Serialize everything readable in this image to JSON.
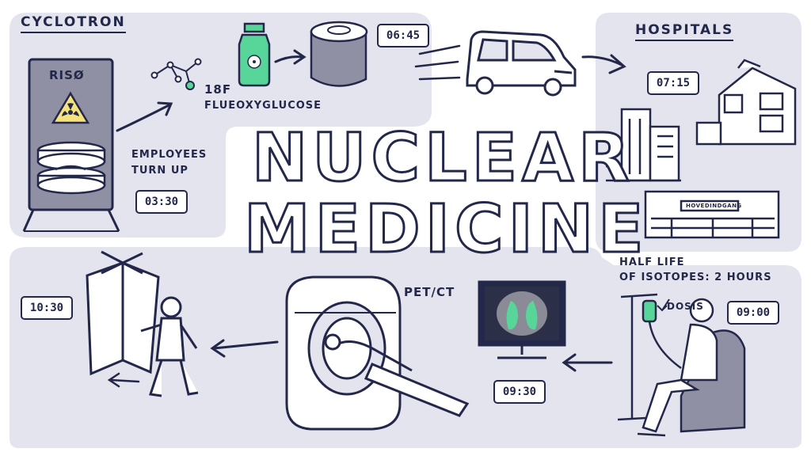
{
  "cyclotron": {
    "heading": "CYCLOTRON",
    "machine_label": "RISØ",
    "hazard_icon": "radiation-icon"
  },
  "tracer": {
    "line1": "18F",
    "line2": "FLUEOXYGLUCOSE"
  },
  "employees": {
    "line1": "EMPLOYEES",
    "line2": "TURN UP",
    "time": "03:30"
  },
  "shipping": {
    "time": "06:45"
  },
  "hospitals": {
    "heading": "HOSPITALS",
    "time": "07:15",
    "sign": "HOVEDINDGANG"
  },
  "title": {
    "line1": "NUCLEAR",
    "line2": "MEDICINE"
  },
  "injection": {
    "line1": "HALF LIFE",
    "line2": "OF ISOTOPES: 2 HOURS",
    "dose_label": "DOSIS",
    "time": "09:00"
  },
  "petct": {
    "label": "PET/CT",
    "time": "09:30"
  },
  "exit": {
    "time": "10:30"
  },
  "colors": {
    "ink": "#23284a",
    "panel": "#e4e4ef",
    "accent_green": "#58d69a",
    "hazard_yellow": "#f5e27a",
    "machine_gray": "#8f90a4"
  }
}
